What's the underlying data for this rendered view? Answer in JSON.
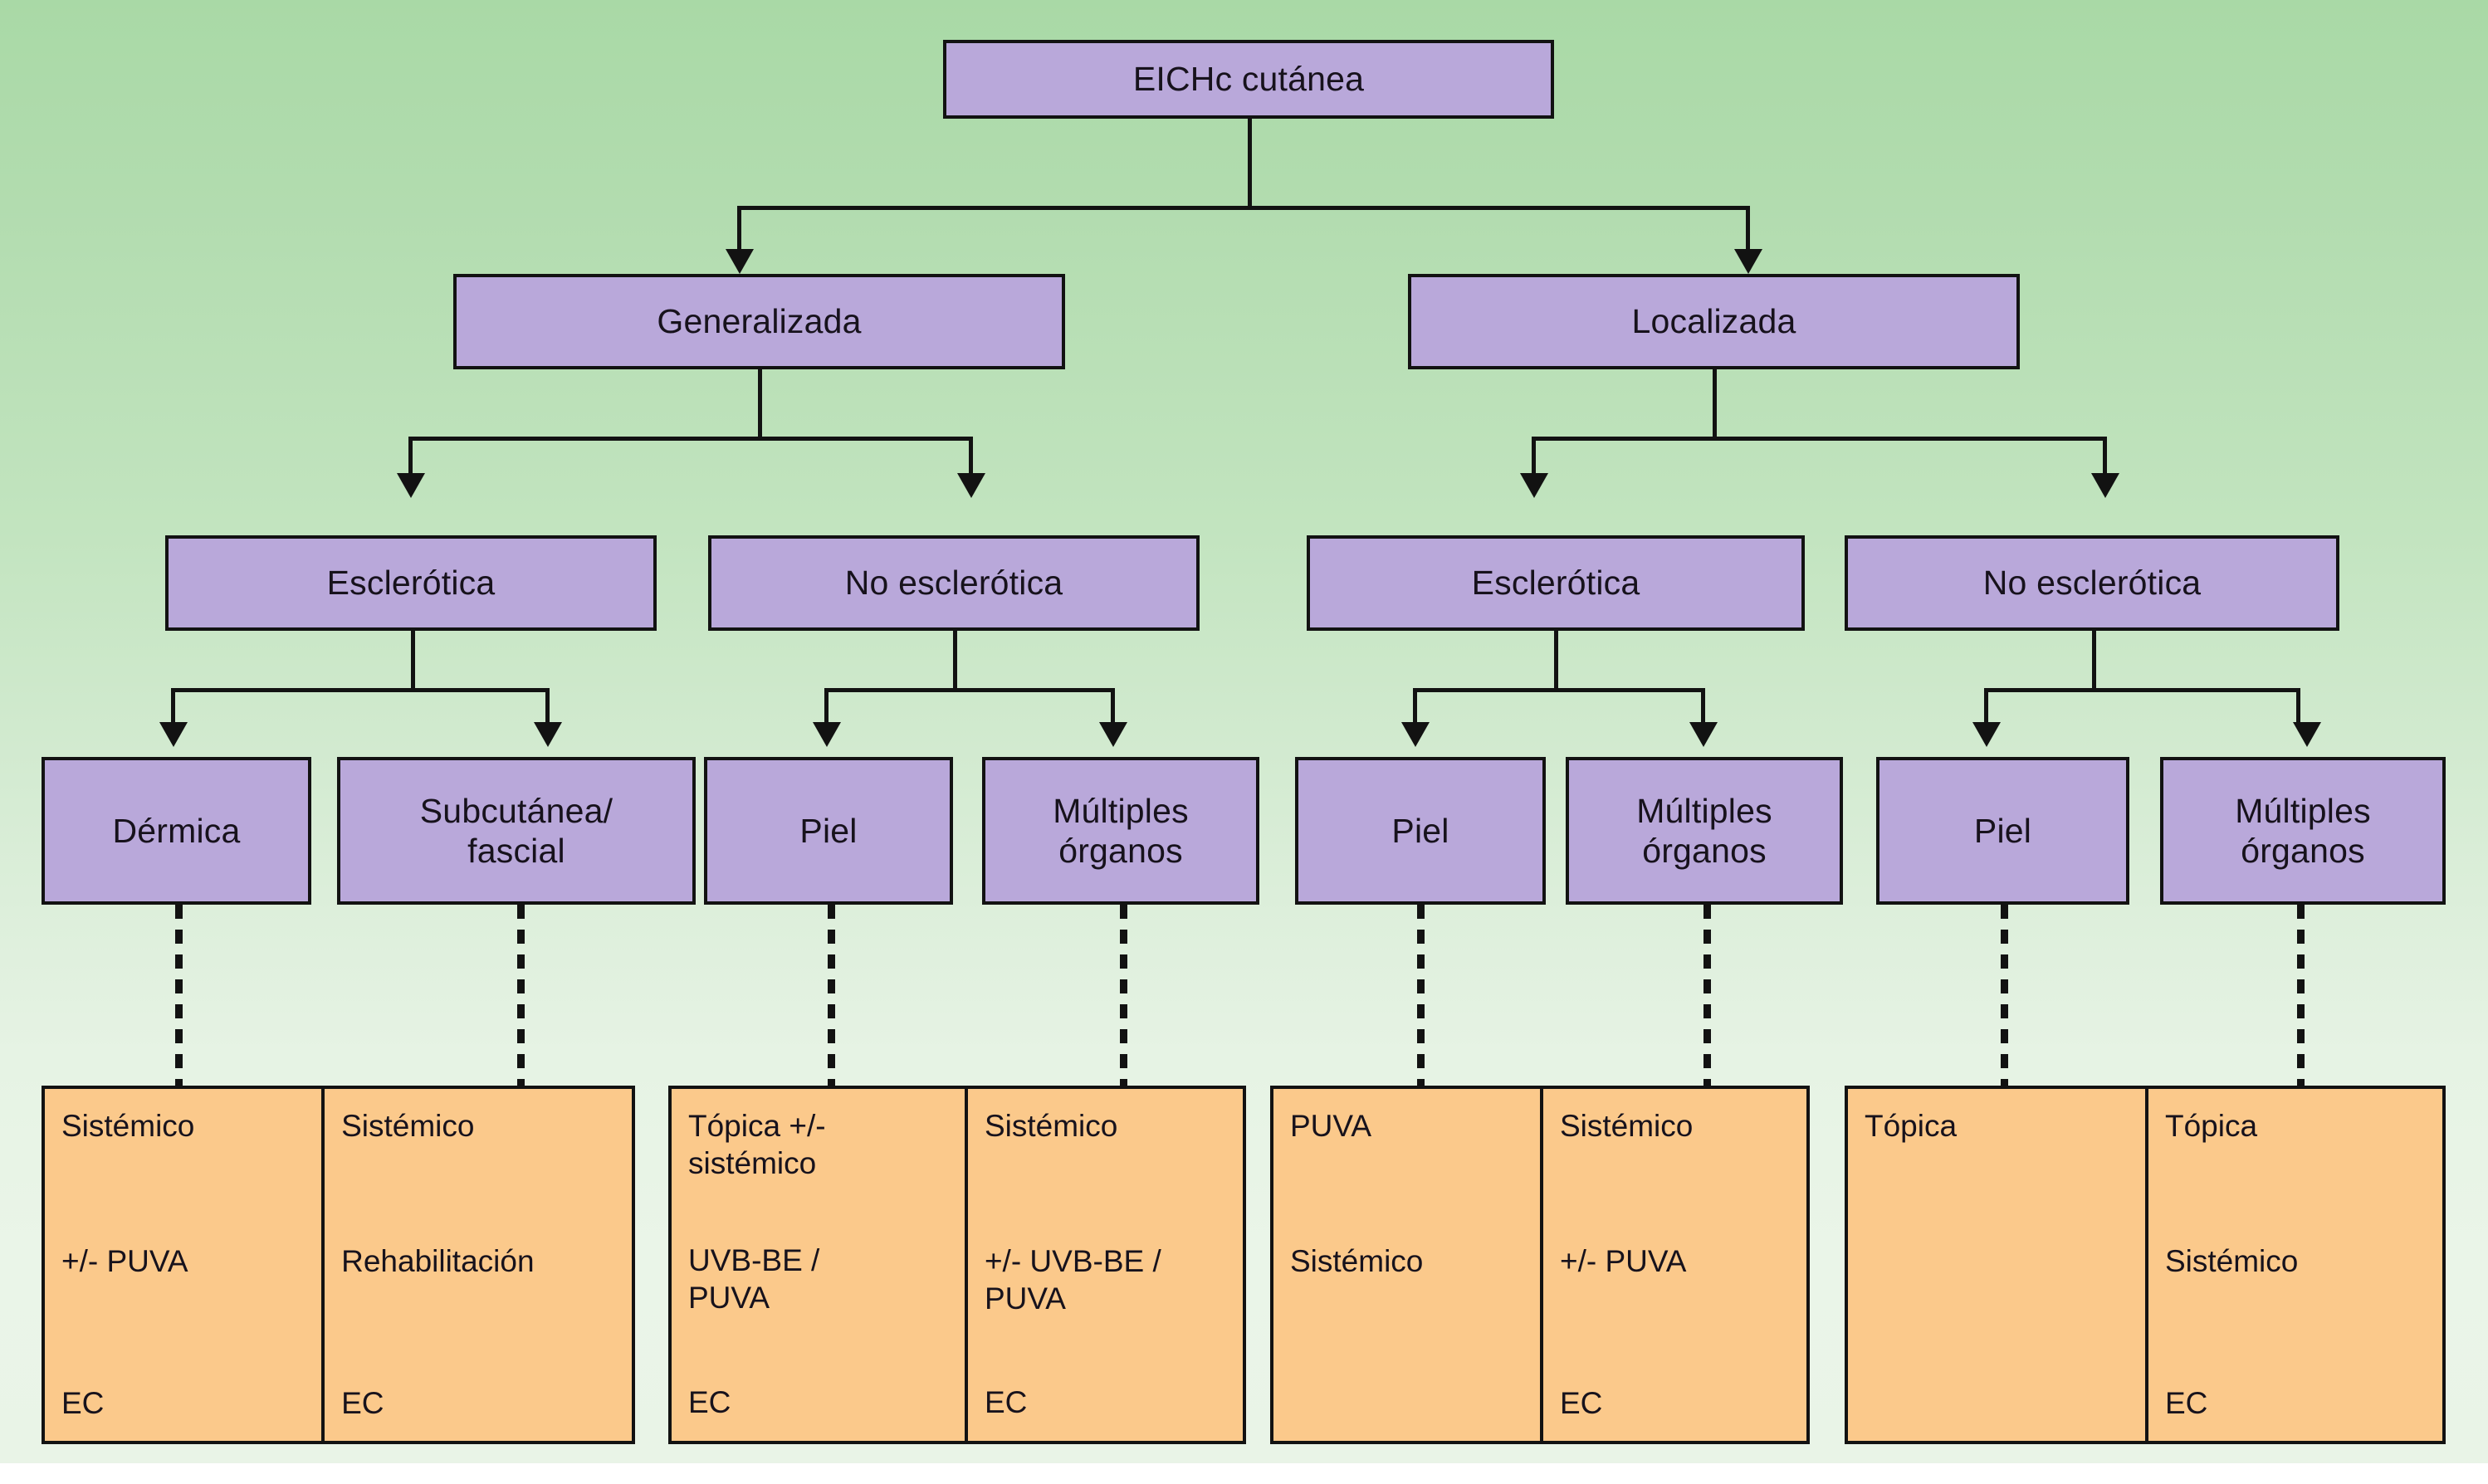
{
  "diagram": {
    "title": "EICHc cutánea",
    "colors": {
      "node_fill": "#b9a8da",
      "treatment_fill": "#fbc98b",
      "stroke": "#121212",
      "background_top": "#a9d9a6",
      "background_bottom": "#e9f4e7"
    },
    "root": {
      "label": "EICHc cutánea"
    },
    "level2": [
      {
        "label": "Generalizada"
      },
      {
        "label": "Localizada"
      }
    ],
    "level3": [
      {
        "label": "Esclerótica"
      },
      {
        "label": "No esclerótica"
      },
      {
        "label": "Esclerótica"
      },
      {
        "label": "No esclerótica"
      }
    ],
    "level4": [
      {
        "label": "Dérmica"
      },
      {
        "label": "Subcutánea/\nfascial",
        "line1": "Subcutánea/",
        "line2": "fascial"
      },
      {
        "label": "Piel"
      },
      {
        "label": "Múltiples\nórganos",
        "line1": "Múltiples",
        "line2": "órganos"
      },
      {
        "label": "Piel"
      },
      {
        "label": "Múltiples\nórganos",
        "line1": "Múltiples",
        "line2": "órganos"
      },
      {
        "label": "Piel"
      },
      {
        "label": "Múltiples\nórganos",
        "line1": "Múltiples",
        "line2": "órganos"
      }
    ],
    "treatments": [
      {
        "cells": [
          {
            "lines": [
              "Sistémico",
              "+/- PUVA",
              "EC"
            ]
          },
          {
            "lines": [
              "Sistémico",
              "Rehabilitación",
              "EC"
            ]
          }
        ]
      },
      {
        "cells": [
          {
            "lines": [
              "Tópica +/-",
              " sistémico",
              "UVB-BE /",
              "PUVA",
              "EC"
            ]
          },
          {
            "lines": [
              "Sistémico",
              "+/- UVB-BE /",
              "PUVA",
              "EC"
            ]
          }
        ]
      },
      {
        "cells": [
          {
            "lines": [
              "PUVA",
              "Sistémico"
            ]
          },
          {
            "lines": [
              "Sistémico",
              "+/- PUVA",
              "EC"
            ]
          }
        ]
      },
      {
        "cells": [
          {
            "lines": [
              "Tópica"
            ]
          },
          {
            "lines": [
              "Tópica",
              "Sistémico",
              "EC"
            ]
          }
        ]
      }
    ]
  }
}
